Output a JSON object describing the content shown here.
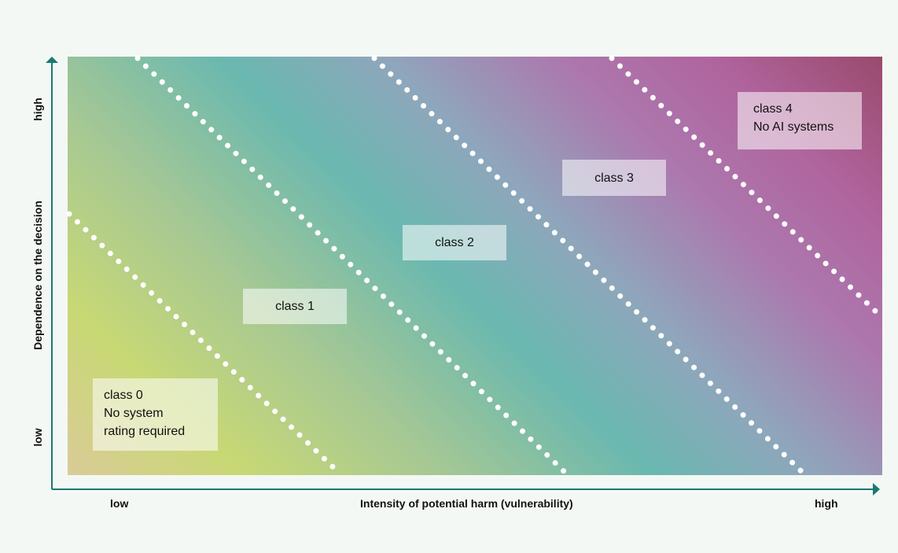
{
  "y_axis": {
    "title": "Dependence on the decision",
    "low": "low",
    "high": "high"
  },
  "x_axis": {
    "title": "Intensity of potential harm (vulnerability)",
    "low": "low",
    "high": "high"
  },
  "classes": [
    {
      "name": "class 0",
      "desc1": "No system",
      "desc2": "rating required"
    },
    {
      "name": "class 1"
    },
    {
      "name": "class 2"
    },
    {
      "name": "class 3"
    },
    {
      "name": "class 4",
      "desc1": "No AI systems"
    }
  ],
  "colors": {
    "axis": "#1a7a72",
    "low_corner": "#dacb98",
    "mid": "#6ab8b0",
    "high": "#b0649e",
    "top_corner": "#9a4a6c"
  }
}
